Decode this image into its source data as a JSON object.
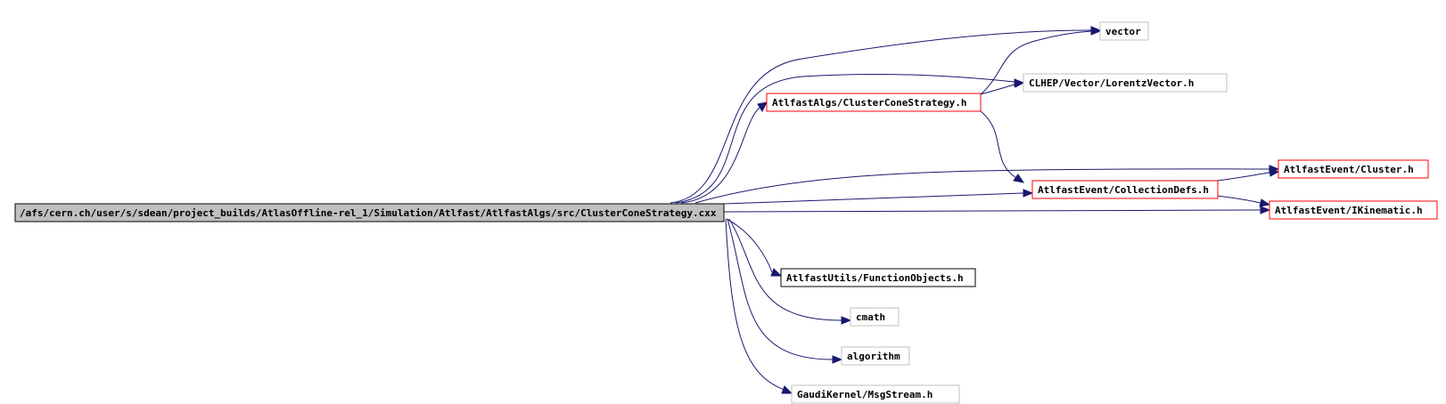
{
  "colors": {
    "edge": "#191970",
    "root_fill": "#bfbfbf",
    "root_border": "#000000",
    "expandable_border": "#ff0000",
    "documented_border": "#000000",
    "external_border": "#bfbfbf"
  },
  "nodes": {
    "root": "/afs/cern.ch/user/s/sdean/project_builds/AtlasOffline-rel_1/Simulation/Atlfast/AtlfastAlgs/src/ClusterConeStrategy.cxx",
    "vector": "vector",
    "lorentz": "CLHEP/Vector/LorentzVector.h",
    "clusterCone": "AtlfastAlgs/ClusterConeStrategy.h",
    "cluster": "AtlfastEvent/Cluster.h",
    "collectionDefs": "AtlfastEvent/CollectionDefs.h",
    "ikinematic": "AtlfastEvent/IKinematic.h",
    "functionObjects": "AtlfastUtils/FunctionObjects.h",
    "cmath": "cmath",
    "algorithm": "algorithm",
    "msgStream": "GaudiKernel/MsgStream.h"
  }
}
